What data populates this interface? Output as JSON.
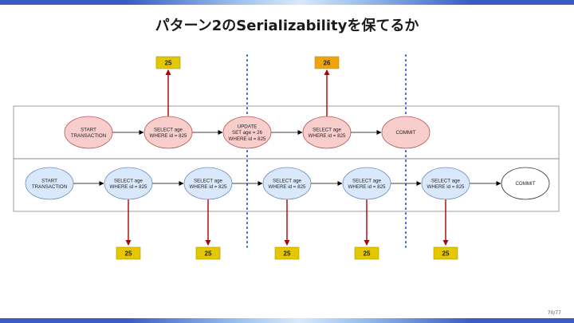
{
  "slide": {
    "title": "パターン2のSerializabilityを保てるか",
    "page_number": "70/77"
  },
  "colors": {
    "pink_fill": "#f8cecc",
    "pink_stroke": "#b85450",
    "blue_fill": "#dae8fc",
    "blue_stroke": "#6c8ebf",
    "value_box": "#e3c800",
    "value_box_changed": "#f0a30a",
    "arrow": "#b20000",
    "dotted_line": "#1f4fb4"
  },
  "tx1": {
    "nodes": [
      {
        "lines": [
          "START",
          "TRANSACTION"
        ]
      },
      {
        "lines": [
          "SELECT age",
          "WHERE id = 825"
        ]
      },
      {
        "lines": [
          "UPDATE",
          "SET age = 26",
          "WHERE id = 825"
        ]
      },
      {
        "lines": [
          "SELECT age",
          "WHERE id = 825"
        ]
      },
      {
        "lines": [
          "COMMIT"
        ]
      }
    ],
    "reads": [
      {
        "value": "25"
      },
      {
        "value": "26"
      }
    ]
  },
  "tx2": {
    "nodes": [
      {
        "lines": [
          "START",
          "TRANSACTION"
        ]
      },
      {
        "lines": [
          "SELECT age",
          "WHERE id = 825"
        ]
      },
      {
        "lines": [
          "SELECT age",
          "WHERE id = 825"
        ]
      },
      {
        "lines": [
          "SELECT age",
          "WHERE id = 825"
        ]
      },
      {
        "lines": [
          "SELECT age",
          "WHERE id = 825"
        ]
      },
      {
        "lines": [
          "SELECT age",
          "WHERE id = 825"
        ]
      },
      {
        "lines": [
          "COMMIT"
        ]
      }
    ],
    "reads": [
      {
        "value": "25"
      },
      {
        "value": "25"
      },
      {
        "value": "25"
      },
      {
        "value": "25"
      },
      {
        "value": "25"
      }
    ]
  }
}
